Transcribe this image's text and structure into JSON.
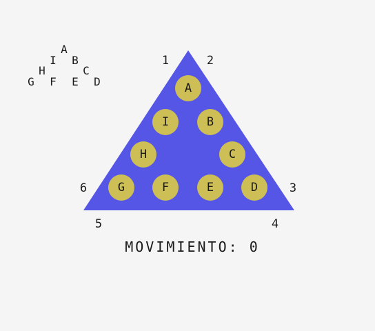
{
  "legend": {
    "letters": [
      "A",
      "B",
      "C",
      "D",
      "E",
      "F",
      "G",
      "H",
      "I"
    ]
  },
  "corners": [
    "1",
    "2",
    "3",
    "4",
    "5",
    "6"
  ],
  "board": {
    "pegs": [
      "A",
      "B",
      "C",
      "D",
      "E",
      "F",
      "G",
      "H",
      "I"
    ]
  },
  "status": {
    "label": "MOVIMIENTO:",
    "value": "0"
  },
  "colors": {
    "background": "#f5f5f5",
    "triangle": "#5555e6",
    "peg": "#cdbf55",
    "text": "#1a1a1a"
  }
}
